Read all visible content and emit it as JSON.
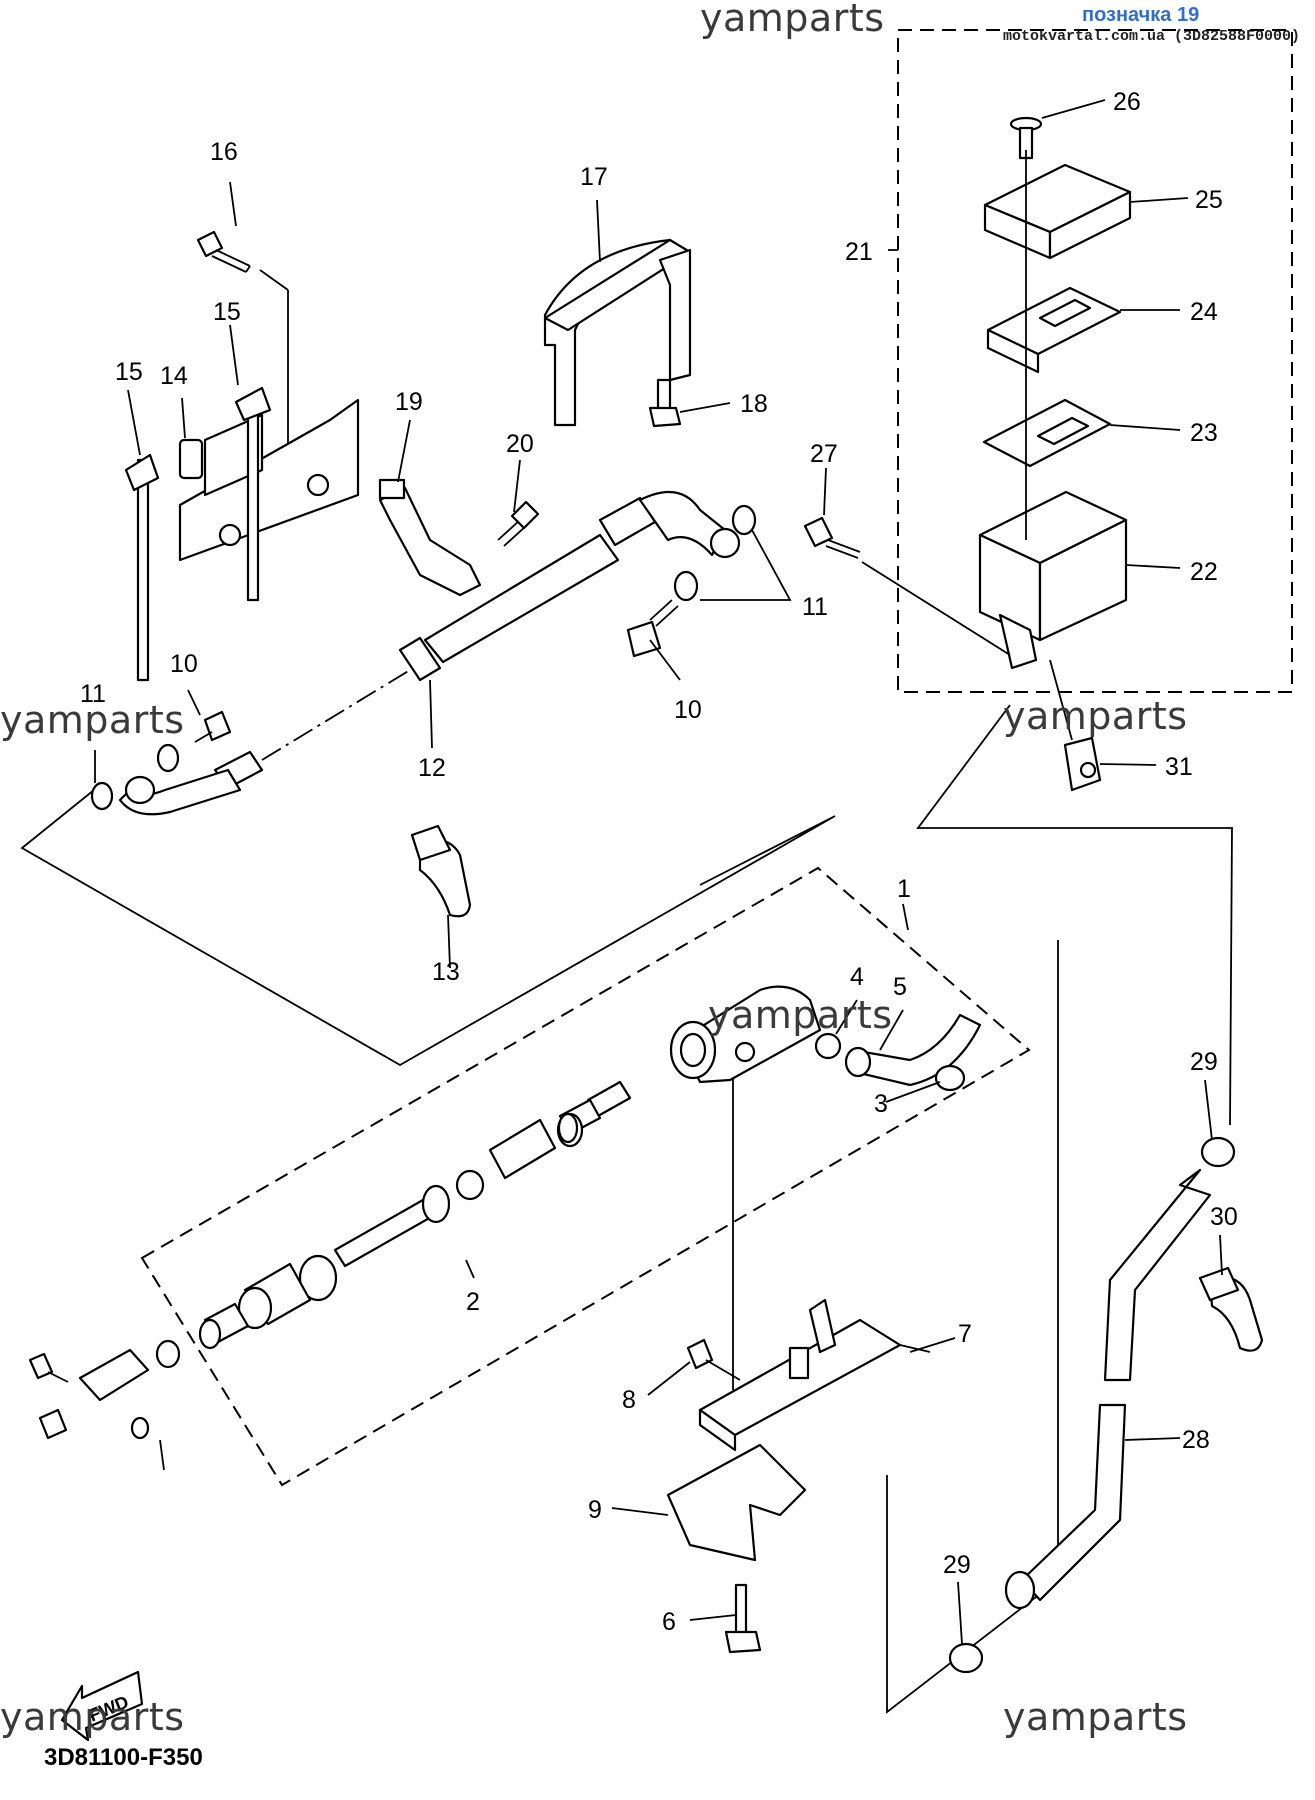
{
  "header": {
    "designation": "позначка 19",
    "source": "motokvartal.com.ua (3D82588F0000)"
  },
  "watermarks": [
    "yamparts",
    "yamparts",
    "yamparts",
    "yamparts",
    "yamparts",
    "yamparts"
  ],
  "diagram_code": "3D81100-F350",
  "fwd_label": "FWD",
  "callouts": {
    "c1": "1",
    "c2": "2",
    "c3": "3",
    "c4": "4",
    "c5": "5",
    "c6": "6",
    "c7": "7",
    "c8": "8",
    "c9": "9",
    "c10a": "10",
    "c10b": "10",
    "c11a": "11",
    "c11b": "11",
    "c12": "12",
    "c13": "13",
    "c14": "14",
    "c15a": "15",
    "c15b": "15",
    "c16": "16",
    "c17": "17",
    "c18": "18",
    "c19": "19",
    "c20": "20",
    "c21": "21",
    "c22": "22",
    "c23": "23",
    "c24": "24",
    "c25": "25",
    "c26": "26",
    "c27": "27",
    "c28": "28",
    "c29a": "29",
    "c29b": "29",
    "c30": "30",
    "c31": "31"
  }
}
